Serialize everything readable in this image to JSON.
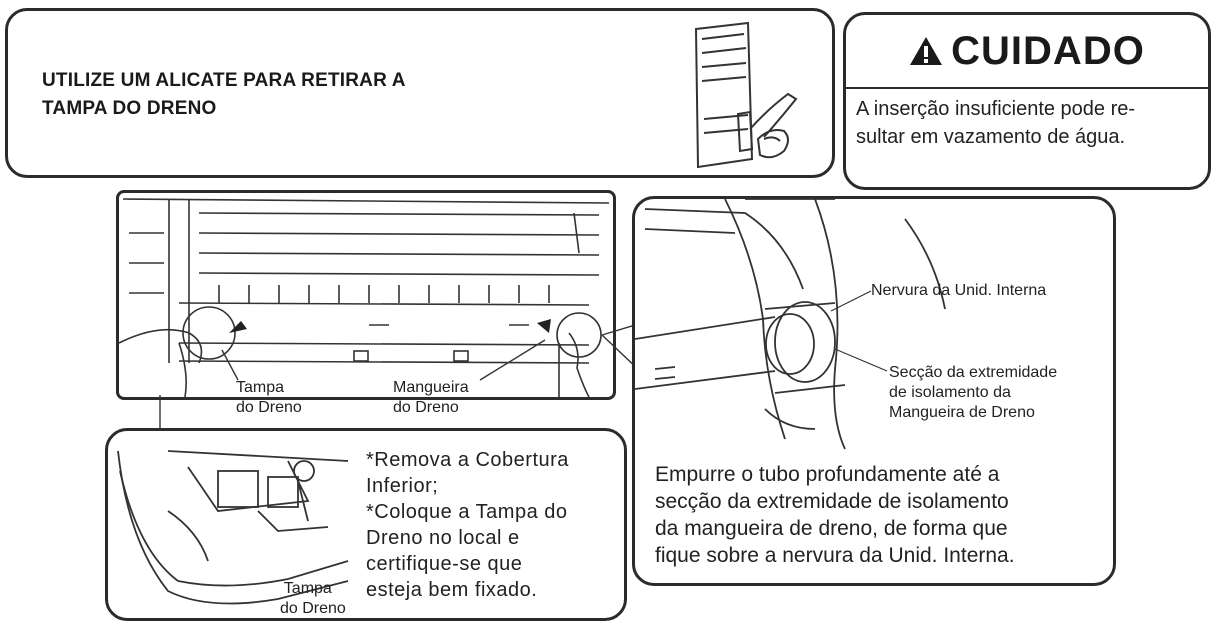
{
  "instruction": {
    "title_line1": "UTILIZE UM ALICATE PARA RETIRAR A",
    "title_line2": "TAMPA DO DRENO"
  },
  "caution": {
    "title": "CUIDADO",
    "text_line1": "A inserção insuficiente pode re-",
    "text_line2": "sultar em vazamento de água."
  },
  "unit_labels": {
    "drain_cap_line1": "Tampa",
    "drain_cap_line2": "do Dreno",
    "drain_hose_line1": "Mangueira",
    "drain_hose_line2": "do Dreno"
  },
  "detail": {
    "rib_label": "Nervura da Unid. Interna",
    "section_line1": "Secção da extremidade",
    "section_line2": "de isolamento da",
    "section_line3": "Mangueira de Dreno",
    "text_line1": "Empurre o tubo profundamente até a",
    "text_line2": "secção da extremidade de isolamento",
    "text_line3": "da mangueira de dreno, de forma que",
    "text_line4": "fique sobre a nervura da Unid. Interna."
  },
  "bottom": {
    "cap_label_line1": "Tampa",
    "cap_label_line2": "do Dreno",
    "text_line1": "*Remova a Cobertura",
    "text_line2": "Inferior;",
    "text_line3": "*Coloque a Tampa do",
    "text_line4": "Dreno no local e",
    "text_line5": "certifique-se que",
    "text_line6": "esteja bem fixado."
  },
  "icons": [
    "warning-triangle-icon",
    "pliers-illustration",
    "indoor-unit-illustration",
    "drain-hose-detail-illustration",
    "bottom-cover-illustration"
  ]
}
